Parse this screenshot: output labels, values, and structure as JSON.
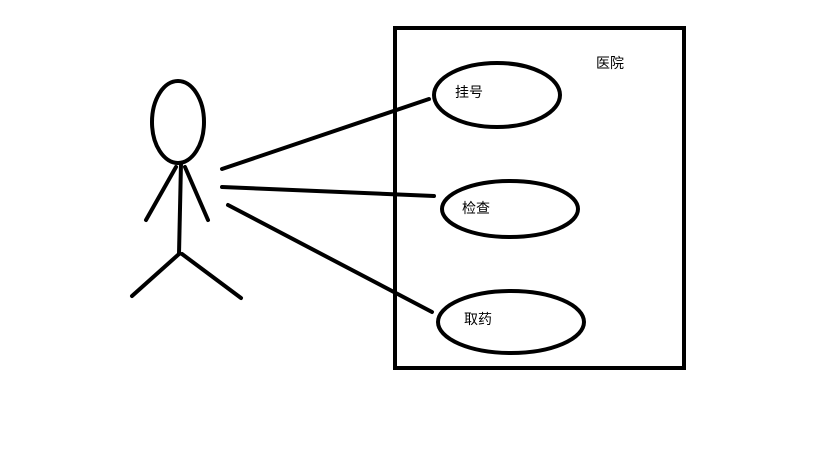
{
  "diagram": {
    "system": {
      "name": "医院"
    },
    "actor": {
      "name": ""
    },
    "use_cases": [
      {
        "label": "挂号"
      },
      {
        "label": "检查"
      },
      {
        "label": "取药"
      }
    ],
    "colors": {
      "stroke": "#000000",
      "background": "#ffffff"
    }
  }
}
